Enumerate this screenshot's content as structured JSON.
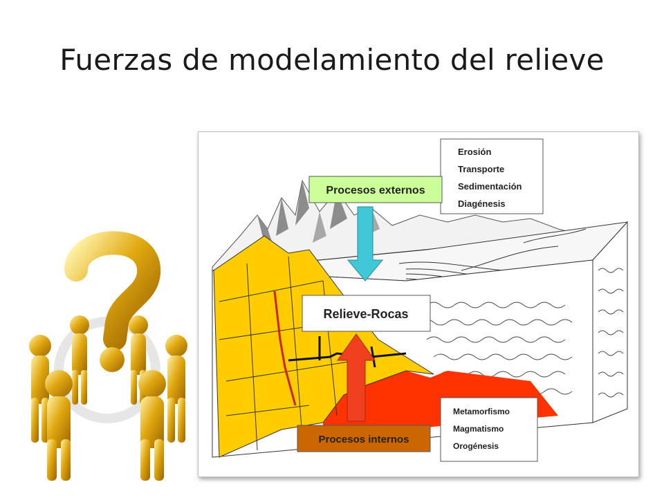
{
  "slide": {
    "title": "Fuerzas de modelamiento del relieve"
  },
  "diagram": {
    "external_label": "Procesos externos",
    "internal_label": "Procesos internos",
    "center_label": "Relieve-Rocas",
    "external_processes": [
      "Erosión",
      "Transporte",
      "Sedimentación",
      "Diagénesis"
    ],
    "internal_processes": [
      "Metamorfismo",
      "Magmatismo",
      "Orogénesis"
    ]
  },
  "colors": {
    "external_box": "#ccff99",
    "internal_box": "#cc6600",
    "down_arrow": "#40c8d8",
    "up_arrow": "#f04020",
    "rock_yellow": "#ffcc00",
    "magma_red": "#ff3300"
  },
  "icons": {
    "clipart": "question-mark-figures-icon"
  }
}
